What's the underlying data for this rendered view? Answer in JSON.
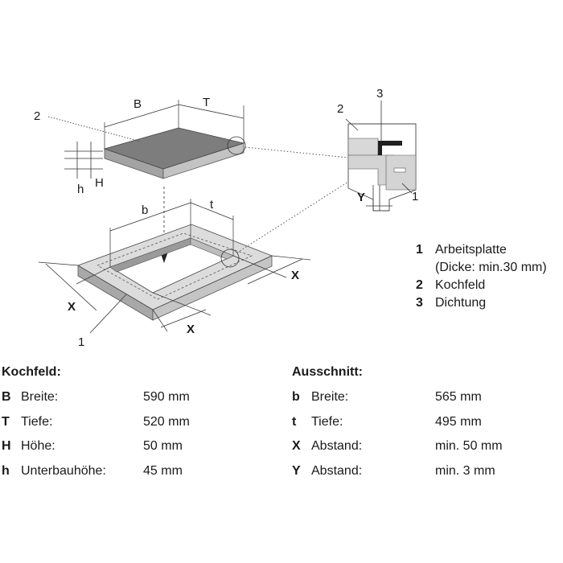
{
  "diagram": {
    "top_labels": {
      "B": "B",
      "T": "T",
      "H": "H",
      "h": "h",
      "n2": "2"
    },
    "cutout_labels": {
      "b": "b",
      "t": "t",
      "X1": "X",
      "X2": "X",
      "X3": "X",
      "n1": "1"
    },
    "detail_labels": {
      "n2": "2",
      "n3": "3",
      "n1": "1",
      "Y": "Y"
    }
  },
  "legend": [
    {
      "num": "1",
      "text": "Arbeitsplatte",
      "cont": "(Dicke: min.30 mm)"
    },
    {
      "num": "2",
      "text": "Kochfeld"
    },
    {
      "num": "3",
      "text": "Dichtung"
    }
  ],
  "kochfeld": {
    "title": "Kochfeld:",
    "rows": [
      {
        "key": "B",
        "name": "Breite:",
        "value": "590 mm"
      },
      {
        "key": "T",
        "name": "Tiefe:",
        "value": "520 mm"
      },
      {
        "key": "H",
        "name": "Höhe:",
        "value": "50 mm"
      },
      {
        "key": "h",
        "name": "Unterbauhöhe:",
        "value": "45 mm"
      }
    ]
  },
  "ausschnitt": {
    "title": "Ausschnitt:",
    "rows": [
      {
        "key": "b",
        "name": "Breite:",
        "value": "565 mm"
      },
      {
        "key": "t",
        "name": "Tiefe:",
        "value": "495 mm"
      },
      {
        "key": "X",
        "name": "Abstand:",
        "value": "min. 50 mm"
      },
      {
        "key": "Y",
        "name": "Abstand:",
        "value": "min. 3 mm"
      }
    ]
  }
}
